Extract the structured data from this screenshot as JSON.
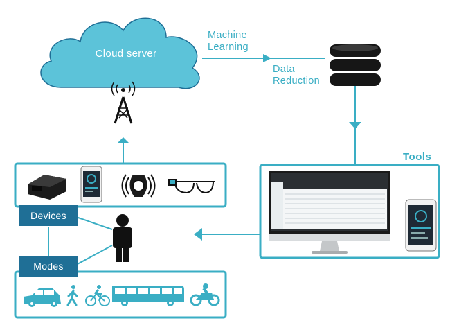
{
  "nodes": {
    "cloud": "Cloud server",
    "machine_learning": [
      "Machine",
      "Learning"
    ],
    "data_reduction": [
      "Data",
      "Reduction"
    ],
    "tools": "Tools",
    "devices": "Devices",
    "modes": "Modes"
  },
  "colors": {
    "accent": "#3aaec4",
    "cloud": "#5cc3d9",
    "tag": "#1f6f96",
    "dark": "#111111"
  },
  "icons": {
    "devices": [
      "obd-dongle-icon",
      "smartphone-icon",
      "smartwatch-icon",
      "smart-glasses-icon"
    ],
    "tools": [
      "monitor-dashboard-icon",
      "smartphone-dashboard-icon"
    ],
    "modes": [
      "car-icon",
      "pedestrian-icon",
      "bicycle-icon",
      "bus-icon",
      "motorcycle-icon"
    ],
    "other": [
      "cell-tower-icon",
      "database-icon",
      "person-icon"
    ]
  }
}
